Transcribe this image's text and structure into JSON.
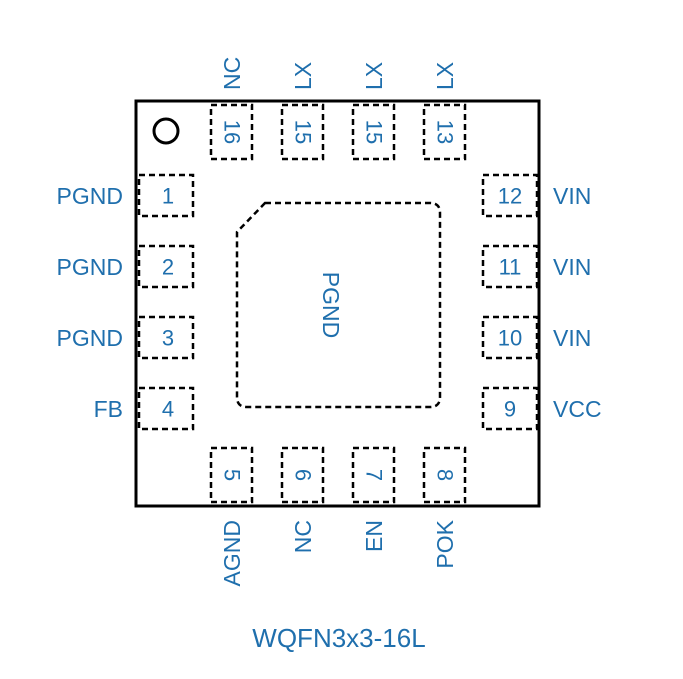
{
  "package": "WQFN3x3-16L",
  "center_pad": "PGND",
  "pins": {
    "1": "PGND",
    "2": "PGND",
    "3": "PGND",
    "4": "FB",
    "5": "AGND",
    "6": "NC",
    "7": "EN",
    "8": "POK",
    "9": "VCC",
    "10": "VIN",
    "11": "VIN",
    "12": "VIN",
    "13": "LX",
    "14": "LX",
    "15": "LX",
    "16": "NC"
  },
  "pad_numbers": {
    "p1": "1",
    "p2": "2",
    "p3": "3",
    "p4": "4",
    "p5": "5",
    "p6": "6",
    "p7": "7",
    "p8": "8",
    "p9": "9",
    "p10": "10",
    "p11": "11",
    "p12": "12",
    "p13": "13",
    "p14": "15",
    "p15": "15",
    "p16": "16"
  }
}
